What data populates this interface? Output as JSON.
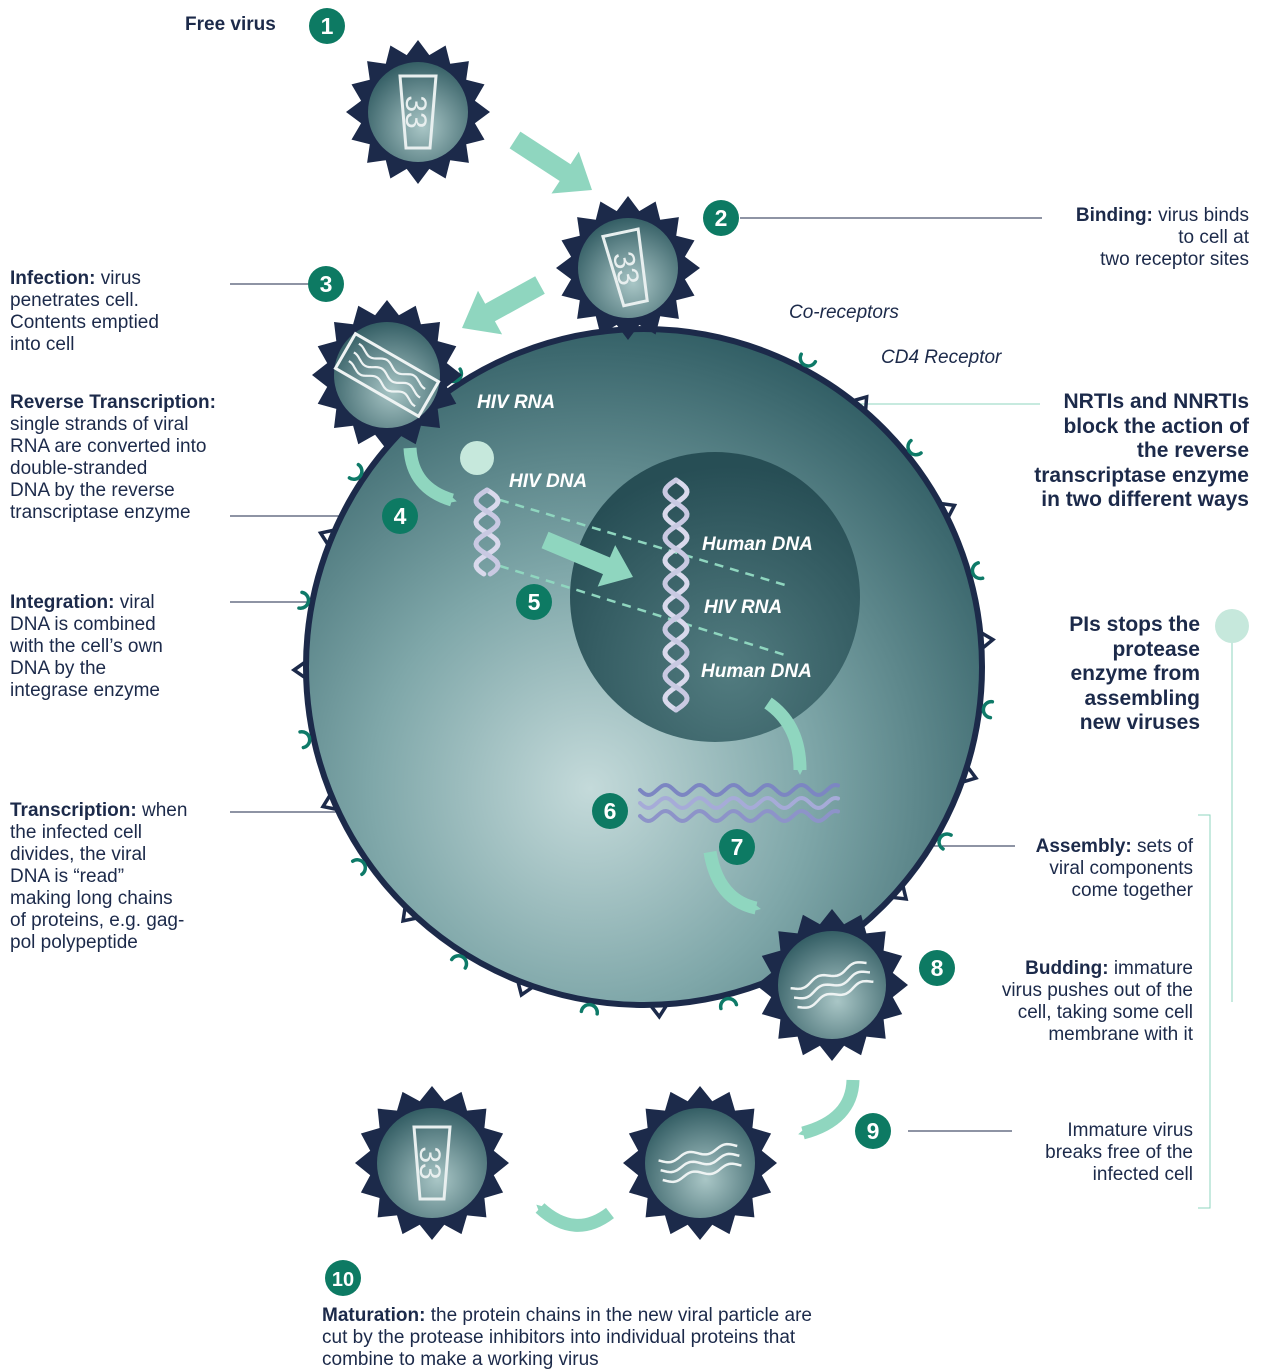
{
  "steps": {
    "s1": {
      "num": "1",
      "title": "Free virus"
    },
    "s2": {
      "num": "2",
      "title": "Binding:",
      "text": "virus binds\nto cell at\ntwo receptor sites"
    },
    "s3": {
      "num": "3",
      "title": "Infection:",
      "text": "virus\npenetrates cell.\nContents emptied\ninto cell"
    },
    "s4": {
      "num": "4",
      "title": "Reverse Transcription:",
      "text": "single strands of viral\nRNA are converted into\ndouble-stranded\nDNA by the reverse\ntranscriptase enzyme"
    },
    "s5": {
      "num": "5",
      "title": "Integration:",
      "text": "viral\nDNA is combined\nwith the cell’s own\nDNA by the\nintegrase enzyme"
    },
    "s6": {
      "num": "6",
      "title": "Transcription:",
      "text": "when\nthe infected cell\ndivides, the viral\nDNA is “read”\nmaking long chains\nof proteins, e.g. gag-\npol polypeptide"
    },
    "s7": {
      "num": "7",
      "title": "Assembly:",
      "text": "sets of\nviral components\ncome together"
    },
    "s8": {
      "num": "8",
      "title": "Budding:",
      "text": "immature\nvirus pushes out of the\ncell, taking some cell\nmembrane with it"
    },
    "s9": {
      "num": "9",
      "text": "Immature virus\nbreaks free of the\ninfected cell"
    },
    "s10": {
      "num": "10",
      "title": "Maturation:",
      "text": "the protein chains in the new viral particle are\ncut by the protease inhibitors into individual proteins that\ncombine to make a working virus"
    }
  },
  "drug_notes": {
    "nrti": "NRTIs and NNRTIs\nblock the action of\nthe reverse\ntranscriptase enzyme\nin two different ways",
    "pi": "PIs stops the\nprotease\nenzyme from\nassembling\nnew viruses"
  },
  "labels": {
    "co_receptors": "Co-receptors",
    "cd4_receptor": "CD4 Receptor",
    "hiv_rna_virus": "HIV RNA",
    "hiv_dna": "HIV DNA",
    "human_dna_top": "Human DNA",
    "hiv_rna_nucleus": "HIV RNA",
    "human_dna_bottom": "Human DNA",
    "capsid_label": "33"
  },
  "colors": {
    "navy": "#1c2a4a",
    "teal_badge": "#0d7a63",
    "mint_arrow": "#8fd6bf",
    "cell_dark": "#2e5b62",
    "cell_light": "#9ec2c3",
    "receptor_green": "#0e7a68"
  }
}
